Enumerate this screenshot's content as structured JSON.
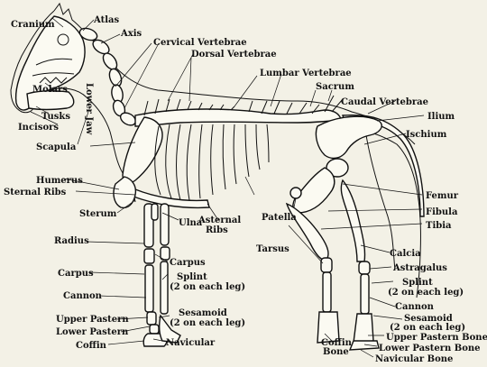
{
  "labels": {
    "cranium": "Cranium",
    "atlas": "Atlas",
    "axis": "Axis",
    "cervical": "Cervical Vertebrae",
    "dorsal": "Dorsal Vertebrae",
    "lumbar": "Lumbar Vertebrae",
    "sacrum": "Sacrum",
    "caudal": "Caudal Vertebrae",
    "ilium": "Ilium",
    "ischium": "Ischium",
    "molars": "Molars",
    "lower_jaw": "Lower Jaw",
    "tusks": "Tusks",
    "incisors": "Incisors",
    "scapula": "Scapula",
    "humerus": "Humerus",
    "sternal_ribs": "Sternal Ribs",
    "sterum": "Sterum",
    "ulna": "Ulna",
    "asternal_ribs_1": "Asternal",
    "asternal_ribs_2": "Ribs",
    "patella": "Patella",
    "femur": "Femur",
    "fibula": "Fibula",
    "tibia": "Tibia",
    "radius": "Radius",
    "tarsus": "Tarsus",
    "calcia": "Calcia",
    "carpus_upper": "Carpus",
    "splint_front_1": "Splint",
    "splint_front_2": "(2 on each leg)",
    "carpus_left": "Carpus",
    "astragalus": "Astragalus",
    "splint_hind_1": "Splint",
    "splint_hind_2": "(2 on each leg)",
    "cannon_front": "Cannon",
    "cannon_hind": "Cannon",
    "sesamoid_front_1": "Sesamoid",
    "sesamoid_front_2": "(2 on each leg)",
    "sesamoid_hind_1": "Sesamoid",
    "sesamoid_hind_2": "(2 on each leg)",
    "upper_pastern_front": "Upper Pastern",
    "lower_pastern_front": "Lower Pastern",
    "coffin_front": "Coffin",
    "navicular_front": "Navicular",
    "coffin_hind_1": "Coffin",
    "coffin_hind_2": "Bone",
    "upper_pastern_hind": "Upper Pastern Bone",
    "lower_pastern_hind": "Lower Pastern Bone",
    "navicular_hind": "Navicular Bone"
  }
}
